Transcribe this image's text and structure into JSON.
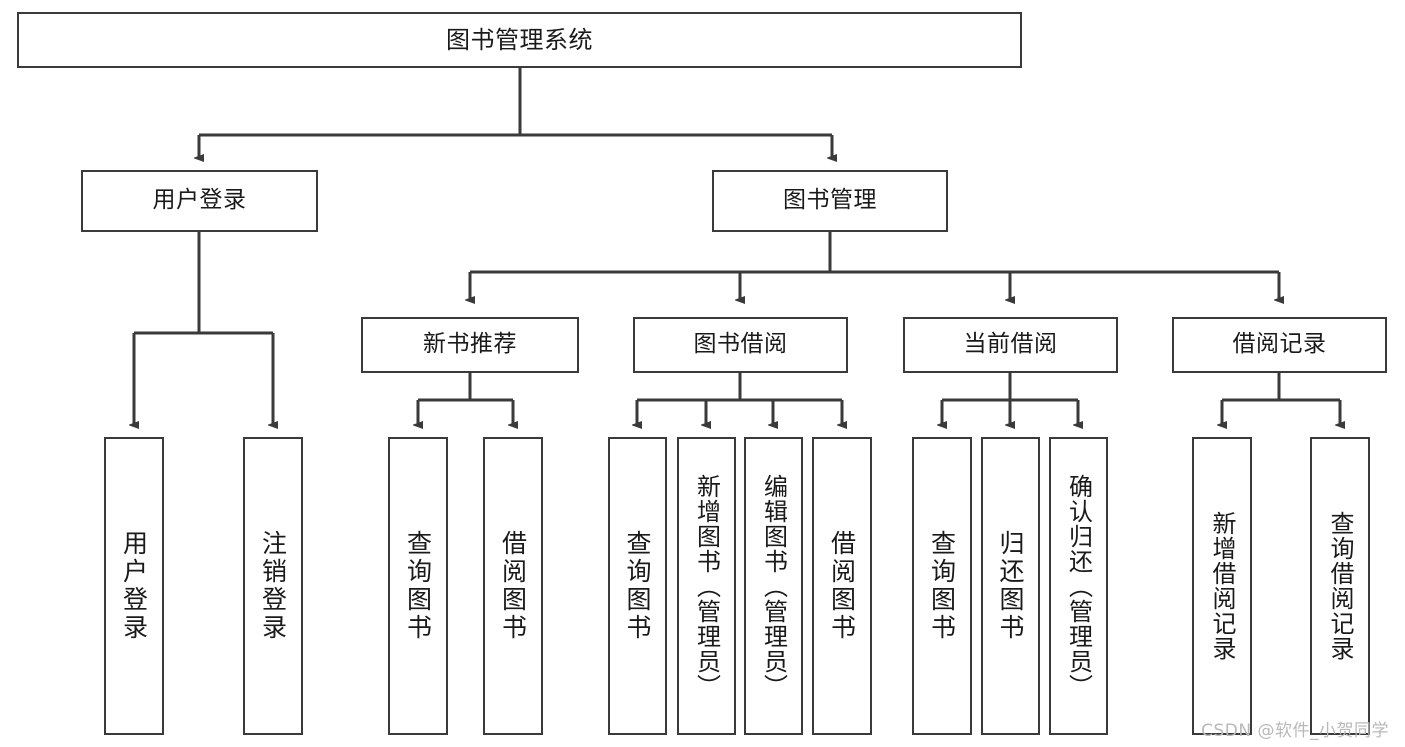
{
  "diagram": {
    "kind": "functional-structure-tree",
    "title": "图书管理系统",
    "watermark": "CSDN @软件_小贺同学",
    "colors": {
      "box_border": "#3a3a3a",
      "box_fill": "#ffffff",
      "edge": "#3a3a3a",
      "text": "#1a1a1a",
      "background": "#ffffff",
      "watermark": "#b9b9b9"
    }
  },
  "nodes": {
    "root": {
      "label": "图书管理系统"
    },
    "level2": [
      {
        "id": "user-login",
        "label": "用户登录"
      },
      {
        "id": "book-manage",
        "label": "图书管理"
      }
    ],
    "level3": [
      {
        "id": "new-book-recommend",
        "label": "新书推荐"
      },
      {
        "id": "book-borrow",
        "label": "图书借阅"
      },
      {
        "id": "current-borrow",
        "label": "当前借阅"
      },
      {
        "id": "borrow-record",
        "label": "借阅记录"
      }
    ],
    "leaves": {
      "user-login": [
        {
          "id": "leaf-user-login",
          "label": "用户登录"
        },
        {
          "id": "leaf-user-logout",
          "label": "注销登录"
        }
      ],
      "new-book-recommend": [
        {
          "id": "leaf-query-book-1",
          "label": "查询图书"
        },
        {
          "id": "leaf-borrow-book-1",
          "label": "借阅图书"
        }
      ],
      "book-borrow": [
        {
          "id": "leaf-query-book-2",
          "label": "查询图书"
        },
        {
          "id": "leaf-add-book",
          "label": "新增图书（管理员）"
        },
        {
          "id": "leaf-edit-book",
          "label": "编辑图书（管理员）"
        },
        {
          "id": "leaf-borrow-book-2",
          "label": "借阅图书"
        }
      ],
      "current-borrow": [
        {
          "id": "leaf-query-book-3",
          "label": "查询图书"
        },
        {
          "id": "leaf-return-book",
          "label": "归还图书"
        },
        {
          "id": "leaf-confirm-return",
          "label": "确认归还（管理员）"
        }
      ],
      "borrow-record": [
        {
          "id": "leaf-add-record",
          "label": "新增借阅记录"
        },
        {
          "id": "leaf-query-record",
          "label": "查询借阅记录"
        }
      ]
    }
  }
}
